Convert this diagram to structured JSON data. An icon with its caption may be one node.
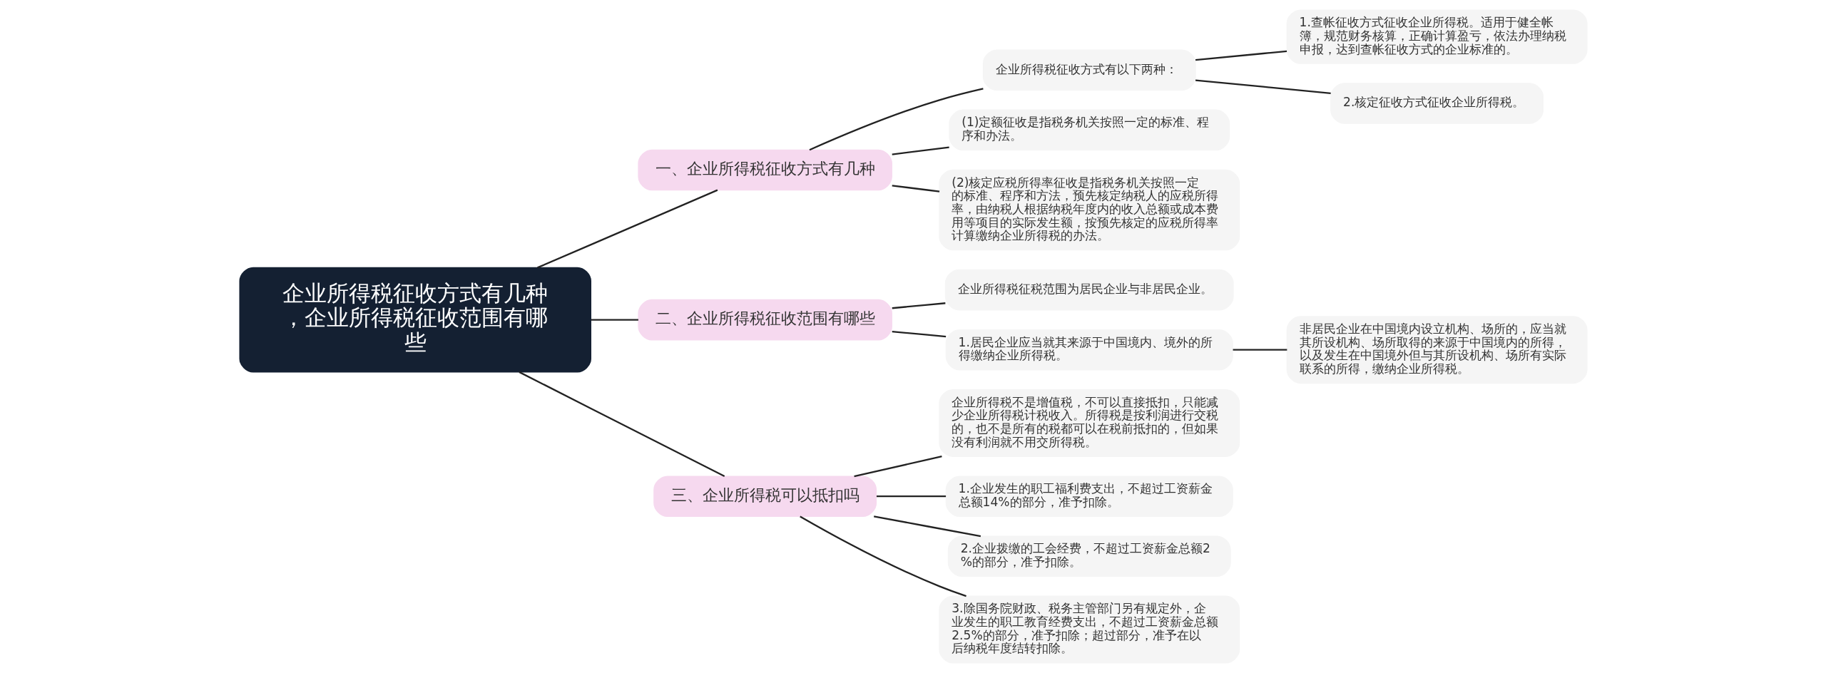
{
  "diagram": {
    "nodes": [
      {
        "text": [
          "企业所得税征收方式有几种，企业所得税征收范围有哪些"
        ]
      },
      {
        "text": [
          "一、企业所得税征收方式有几种"
        ]
      },
      {
        "text": [
          "企业所得税征收方式有以下两种："
        ]
      },
      {
        "text": [
          "1.查帐征收方式征收企业所得税。适用于健全帐簿，规范财务核算，正确计算盈亏，依法办理纳税申报，达到查帐征收方式的企业标准的。"
        ]
      },
      {
        "text": [
          "2.核定征收方式征收企业所得税。"
        ]
      },
      {
        "text": [
          "(1)定额征收是指税务机关按照一定的标准、程序和办法。"
        ]
      },
      {
        "text": [
          "(2)核定应税所得率征收是指税务机关按照一定的标准、程序和方法，预先核定纳税人的应税所得率，由纳税人根据纳税年度内的收入总额或成本费用等项目的实际发生额，按预先核定的应税所得率计算缴纳企业所得税的办法。"
        ]
      },
      {
        "text": [
          "二、企业所得税征收范围有哪些"
        ]
      },
      {
        "text": [
          "企业所得税征税范围为居民企业与非居民企业。"
        ]
      },
      {
        "text": [
          "1.居民企业应当就其来源于中国境内、境外的所得缴纳企业所得税。"
        ]
      },
      {
        "text": [
          "非居民企业在中国境内设立机构、场所的，应当就其所设机构、场所取得的来源于中国境内的所得，以及发生在中国境外但与其所设机构、场所有实际联系的所得，缴纳企业所得税。"
        ]
      },
      {
        "text": [
          "三、企业所得税可以抵扣吗"
        ]
      },
      {
        "text": [
          "企业所得税不是增值税，不可以直接抵扣，只能减少企业所得税计税收入。所得税是按利润进行交税的，也不是所有的税都可以在税前抵扣的，但如果没有利润就不用交所得税。"
        ]
      },
      {
        "text": [
          "1.企业发生的职工福利费支出，不超过工资薪金总额14%的部分，准予扣除。"
        ]
      },
      {
        "text": [
          "2.企业拨缴的工会经费，不超过工资薪金总额2%的部分，准予扣除。"
        ]
      },
      {
        "text": [
          "3.除国务院财政、税务主管部门另有规定外，企业发生的职工教育经费支出，不超过工资薪金总额2.5%的部分，准予扣除；超过部分，准予在以后纳税年度结转扣除。"
        ]
      }
    ],
    "edges": [
      {
        "from": 0,
        "to": 1,
        "arrow": "none"
      },
      {
        "from": 1,
        "to": 2,
        "arrow": "none"
      },
      {
        "from": 2,
        "to": 3,
        "arrow": "none"
      },
      {
        "from": 2,
        "to": 4,
        "arrow": "none"
      },
      {
        "from": 1,
        "to": 5,
        "arrow": "none"
      },
      {
        "from": 1,
        "to": 6,
        "arrow": "none"
      },
      {
        "from": 0,
        "to": 7,
        "arrow": "none"
      },
      {
        "from": 7,
        "to": 8,
        "arrow": "none"
      },
      {
        "from": 7,
        "to": 9,
        "arrow": "none"
      },
      {
        "from": 9,
        "to": 10,
        "arrow": "none"
      },
      {
        "from": 0,
        "to": 11,
        "arrow": "none"
      },
      {
        "from": 11,
        "to": 12,
        "arrow": "none"
      },
      {
        "from": 11,
        "to": 13,
        "arrow": "none"
      },
      {
        "from": 11,
        "to": 14,
        "arrow": "none"
      },
      {
        "from": 11,
        "to": 15,
        "arrow": "none"
      }
    ]
  }
}
